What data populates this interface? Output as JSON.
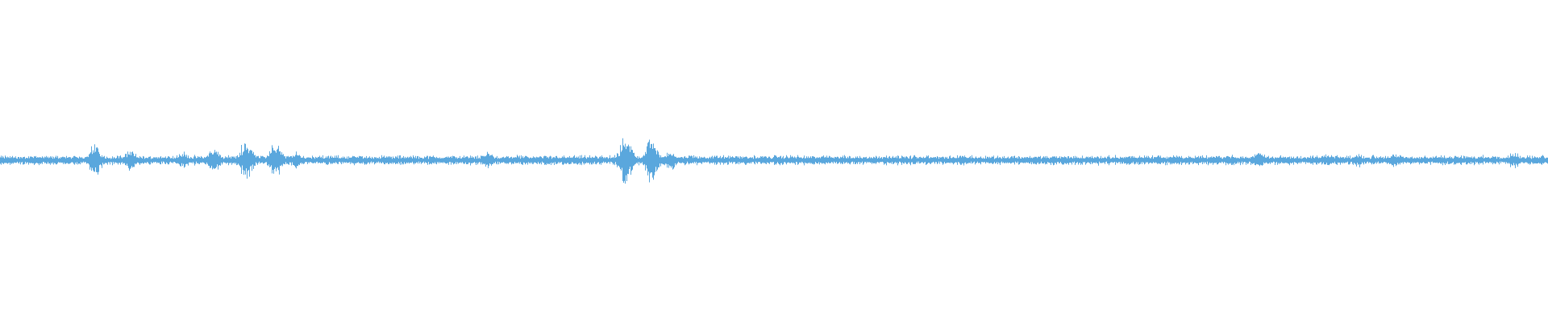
{
  "waveform": {
    "color": "#5aa7dd",
    "baseline_amplitude": 0.012,
    "bursts": [
      {
        "pos": 0.023,
        "amp": 0.02
      },
      {
        "pos": 0.061,
        "amp": 0.06
      },
      {
        "pos": 0.084,
        "amp": 0.035
      },
      {
        "pos": 0.118,
        "amp": 0.03
      },
      {
        "pos": 0.138,
        "amp": 0.045
      },
      {
        "pos": 0.159,
        "amp": 0.075
      },
      {
        "pos": 0.178,
        "amp": 0.06
      },
      {
        "pos": 0.191,
        "amp": 0.03
      },
      {
        "pos": 0.315,
        "amp": 0.03
      },
      {
        "pos": 0.404,
        "amp": 0.085
      },
      {
        "pos": 0.421,
        "amp": 0.085
      },
      {
        "pos": 0.433,
        "amp": 0.035
      },
      {
        "pos": 0.503,
        "amp": 0.018
      },
      {
        "pos": 0.622,
        "amp": 0.018
      },
      {
        "pos": 0.737,
        "amp": 0.016
      },
      {
        "pos": 0.759,
        "amp": 0.02
      },
      {
        "pos": 0.794,
        "amp": 0.02
      },
      {
        "pos": 0.813,
        "amp": 0.035
      },
      {
        "pos": 0.857,
        "amp": 0.022
      },
      {
        "pos": 0.877,
        "amp": 0.025
      },
      {
        "pos": 0.9,
        "amp": 0.022
      },
      {
        "pos": 0.978,
        "amp": 0.03
      },
      {
        "pos": 0.995,
        "amp": 0.02
      }
    ]
  }
}
